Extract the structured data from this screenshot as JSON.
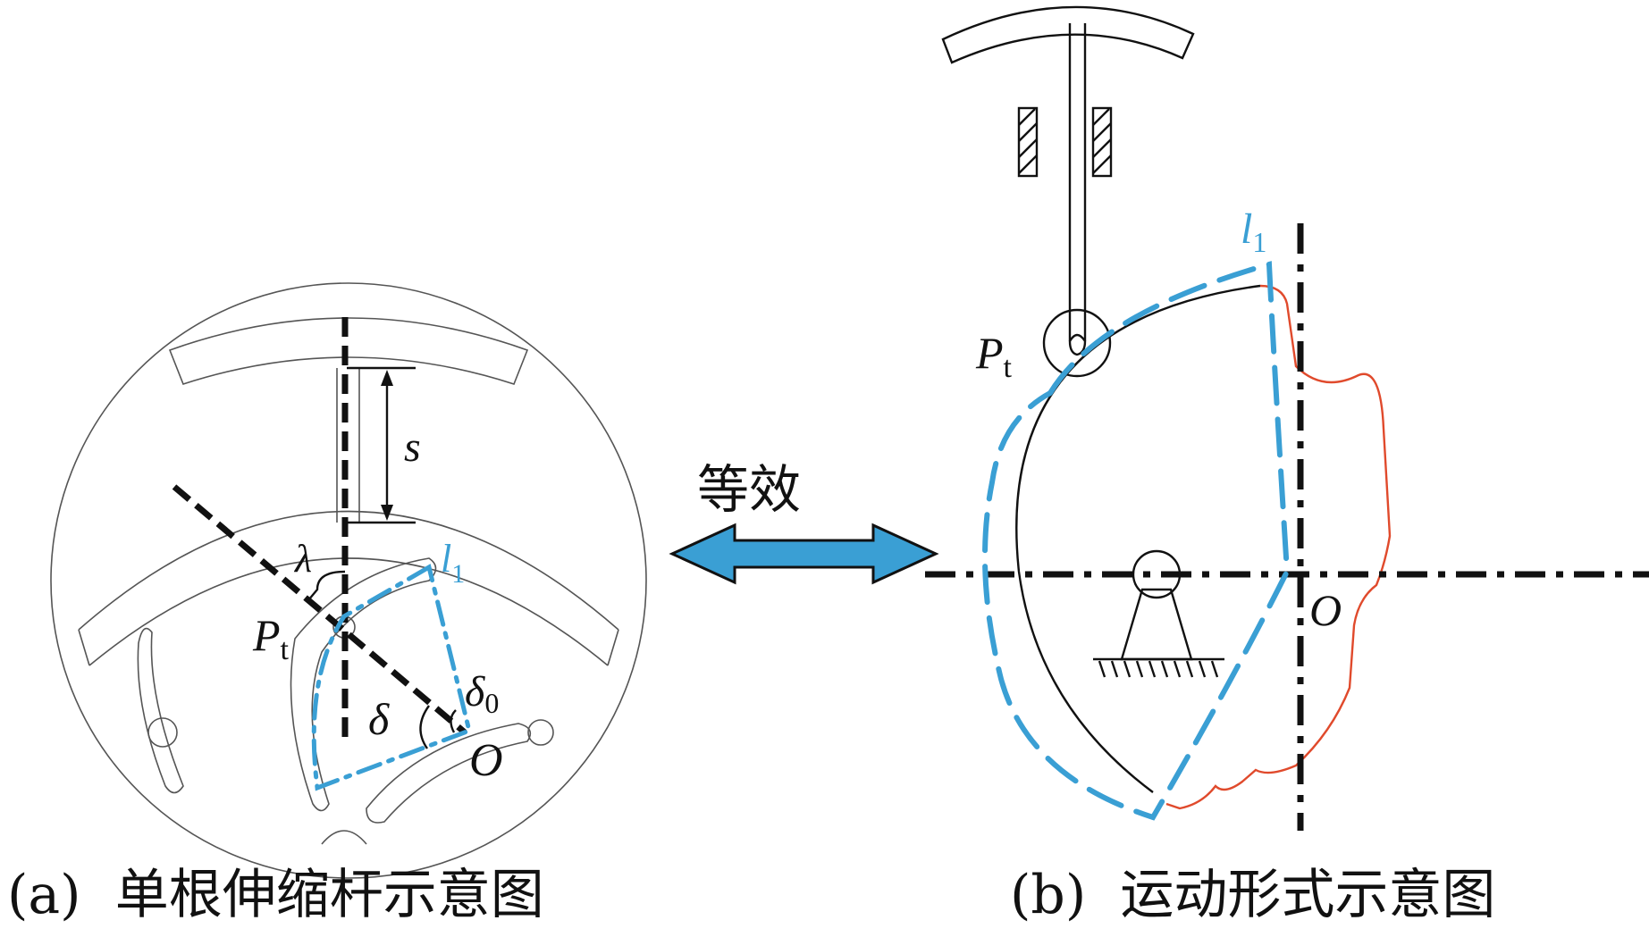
{
  "diagram": {
    "middle": {
      "equivalence_label": "等效",
      "arrow_icon": "double-headed-arrow",
      "arrow_color": "#3a9fd4"
    },
    "panel_a": {
      "caption": "(a)  单根伸缩杆示意图",
      "labels": {
        "s": "s",
        "lambda": "λ",
        "l": "l",
        "l_sub": "1",
        "P": "P",
        "P_sub": "t",
        "delta": "δ",
        "delta0": "δ",
        "delta0_sub": "0",
        "O": "O"
      }
    },
    "panel_b": {
      "caption": "(b)  运动形式示意图",
      "labels": {
        "l": "l",
        "l_sub": "1",
        "P": "P",
        "P_sub": "t",
        "O": "O"
      }
    },
    "colors": {
      "equivalent_link": "#3a9fd4",
      "cam_profile": "#e04a2c",
      "line": "#111111"
    }
  }
}
